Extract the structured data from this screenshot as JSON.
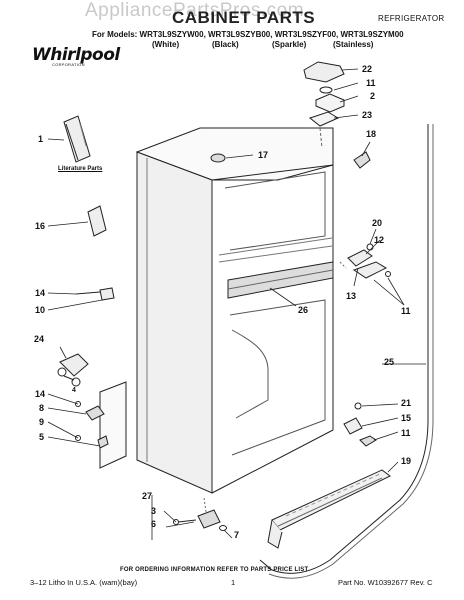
{
  "watermark": "AppliancePartsPros.com",
  "title": "CABINET PARTS",
  "category": "REFRIGERATOR",
  "logo": {
    "brand": "Whirlpool",
    "corporation": "CORPORATION"
  },
  "models": {
    "line": "For Models: WRT3L9SZYW00, WRT3L9SZYB00, WRT3L9SZYF00, WRT3L9SZYM00",
    "colors": [
      "(White)",
      "(Black)",
      "(Sparkle)",
      "(Stainless)"
    ]
  },
  "literature_label": "Literature Parts",
  "callouts": {
    "c1": "1",
    "c2": "2",
    "c4": "4",
    "c5": "5",
    "c6": "6",
    "c7": "7",
    "c8": "8",
    "c9": "9",
    "c10": "10",
    "c11a": "11",
    "c11b": "11",
    "c11c": "11",
    "c12": "12",
    "c13": "13",
    "c14a": "14",
    "c14b": "14",
    "c15": "15",
    "c16": "16",
    "c17": "17",
    "c18": "18",
    "c19": "19",
    "c20": "20",
    "c21": "21",
    "c22": "22",
    "c23": "23",
    "c24": "24",
    "c25": "25",
    "c26": "26",
    "c27": "27",
    "c3": "3"
  },
  "footer_note": "FOR ORDERING INFORMATION REFER TO PARTS PRICE LIST",
  "footer": {
    "left": "3–12 Litho In U.S.A. (wam)(bay)",
    "page": "1",
    "part": "Part No. W10392677 Rev. C"
  }
}
